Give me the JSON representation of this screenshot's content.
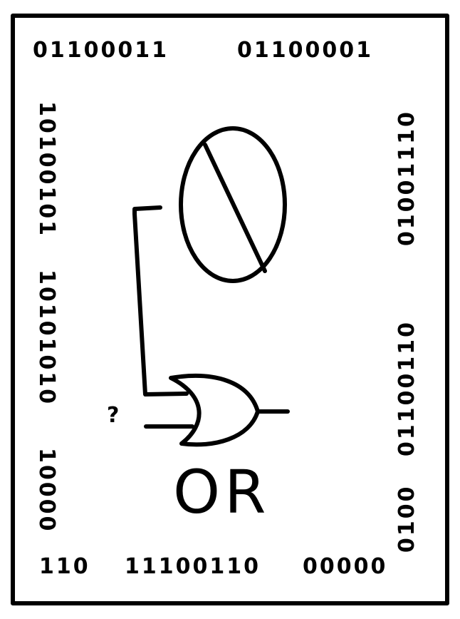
{
  "top_left_bits": "01100011",
  "top_right_bits": "01100001",
  "left_bits_1": "10100101",
  "left_bits_2": "10101010",
  "left_bits_3": "10000",
  "right_bits_1": "01001110",
  "right_bits_2": "01100110",
  "right_bits_3": "0100",
  "bottom_bits_1": "110",
  "bottom_bits_2": "11100110",
  "bottom_bits_3": "00000",
  "gate_label": "OR",
  "unknown_input": "?"
}
